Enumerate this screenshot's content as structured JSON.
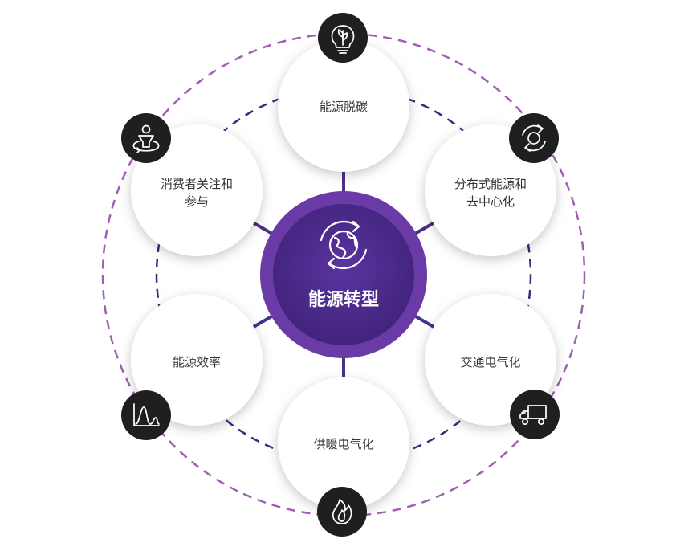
{
  "center": {
    "label": "能源转型",
    "icon": "globe-recycle-icon",
    "color": "#4f2d8c",
    "ring_color": "#6a3aa6"
  },
  "nodes": [
    {
      "id": "decarbonization",
      "lines": [
        "能源脱碳"
      ],
      "icon": "leaf-bulb-icon"
    },
    {
      "id": "distributed",
      "lines": [
        "分布式能源和",
        "去中心化"
      ],
      "icon": "cycle-arrows-icon"
    },
    {
      "id": "transport",
      "lines": [
        "交通电气化"
      ],
      "icon": "truck-icon"
    },
    {
      "id": "heating",
      "lines": [
        "供暖电气化"
      ],
      "icon": "flame-icon"
    },
    {
      "id": "efficiency",
      "lines": [
        "能源效率"
      ],
      "icon": "curve-chart-icon"
    },
    {
      "id": "consumer",
      "lines": [
        "消费者关注和",
        "参与"
      ],
      "icon": "person-ring-icon"
    }
  ],
  "colors": {
    "outer_ring": "#a05fb0",
    "inner_ring": "#3d2a7a",
    "connector": "#4a2f86",
    "icon_badge": "#1f1f1f",
    "icon_stroke": "#ffffff",
    "node_fill": "#ffffff",
    "node_text": "#333333"
  }
}
